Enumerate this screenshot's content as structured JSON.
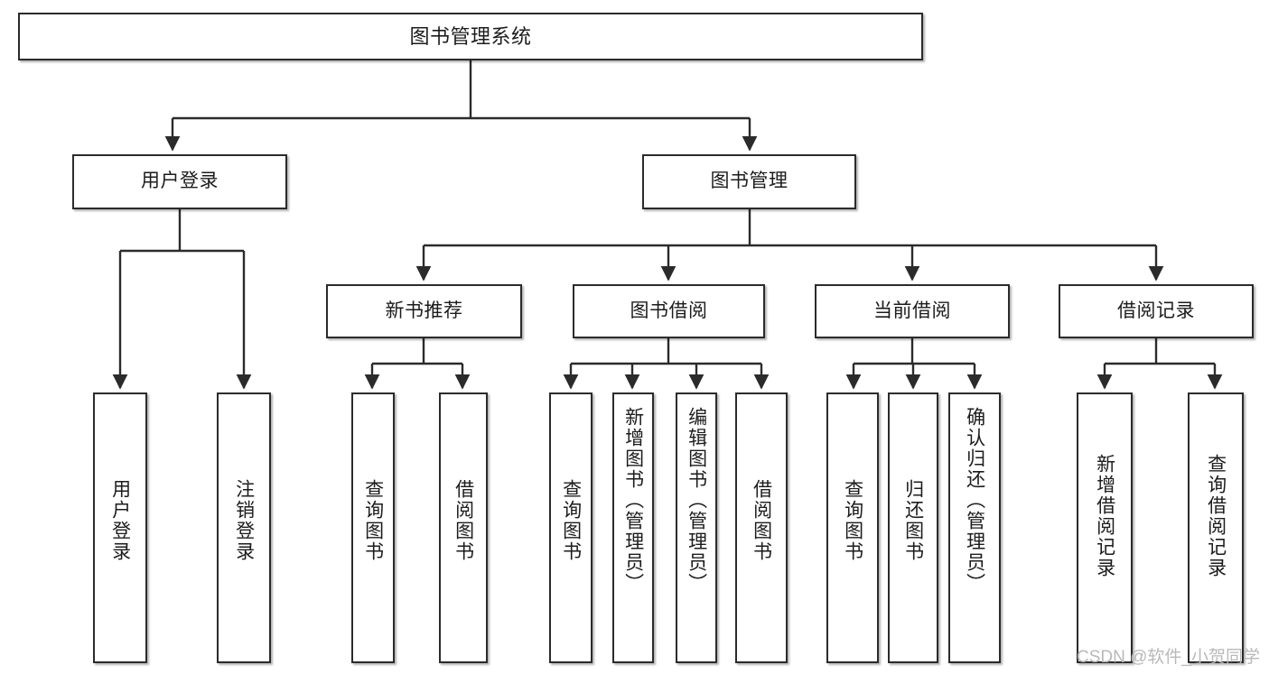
{
  "diagram": {
    "title": "图书管理系统",
    "colors": {
      "box_border": "#2b2b2b",
      "box_fill": "#ffffff",
      "edge": "#2b2b2b",
      "text": "#1c1c1c",
      "watermark": "#b9b9b9"
    },
    "watermark": "CSDN @软件_小贺同学",
    "nodes": {
      "root": {
        "label": "图书管理系统"
      },
      "level2": [
        {
          "label": "用户登录"
        },
        {
          "label": "图书管理"
        }
      ],
      "level3": [
        {
          "label": "新书推荐"
        },
        {
          "label": "图书借阅"
        },
        {
          "label": "当前借阅"
        },
        {
          "label": "借阅记录"
        }
      ],
      "leaves": {
        "user_login": [
          {
            "label": "用户登录"
          },
          {
            "label": "注销登录"
          }
        ],
        "new_book": [
          {
            "label": "查询图书"
          },
          {
            "label": "借阅图书"
          }
        ],
        "book_borrow": [
          {
            "label": "查询图书"
          },
          {
            "label": "新增图书（管理员）"
          },
          {
            "label": "编辑图书（管理员）"
          },
          {
            "label": "借阅图书"
          }
        ],
        "current_borrow": [
          {
            "label": "查询图书"
          },
          {
            "label": "归还图书"
          },
          {
            "label": "确认归还（管理员）"
          }
        ],
        "borrow_record": [
          {
            "label": "新增借阅记录"
          },
          {
            "label": "查询借阅记录"
          }
        ]
      }
    }
  }
}
